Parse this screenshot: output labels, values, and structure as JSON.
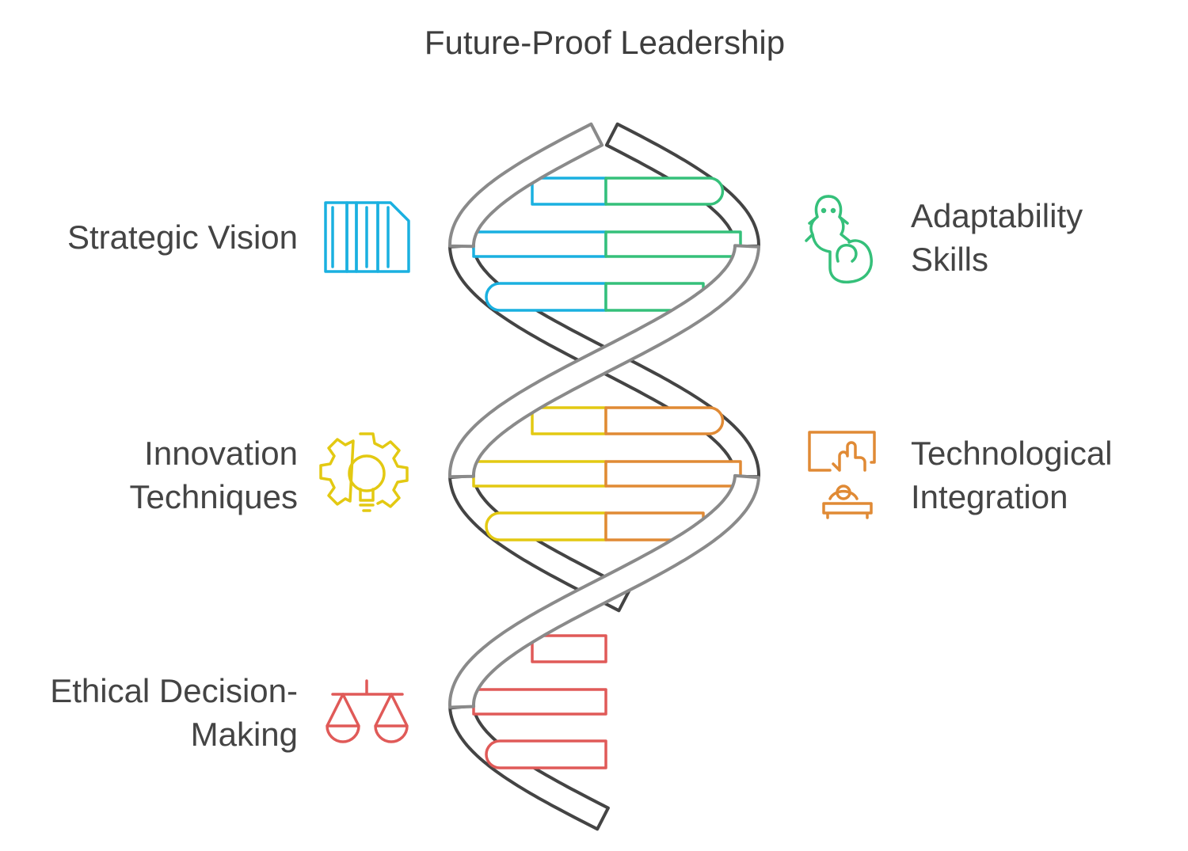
{
  "title": "Future-Proof Leadership",
  "items": [
    {
      "label_lines": [
        "Strategic Vision"
      ],
      "icon": "book-shelf-icon",
      "color": "#1ab0e0"
    },
    {
      "label_lines": [
        "Adaptability",
        "Skills"
      ],
      "icon": "lizard-icon",
      "color": "#35c07a"
    },
    {
      "label_lines": [
        "Innovation",
        "Techniques"
      ],
      "icon": "lightbulb-gear-icon",
      "color": "#e3c912"
    },
    {
      "label_lines": [
        "Technological",
        "Integration"
      ],
      "icon": "touchscreen-icon",
      "color": "#e08a35"
    },
    {
      "label_lines": [
        "Ethical Decision-",
        "Making"
      ],
      "icon": "scales-icon",
      "color": "#e05a58"
    }
  ],
  "helix": {
    "front_color": "#8a8a8a",
    "back_color": "#444444"
  }
}
